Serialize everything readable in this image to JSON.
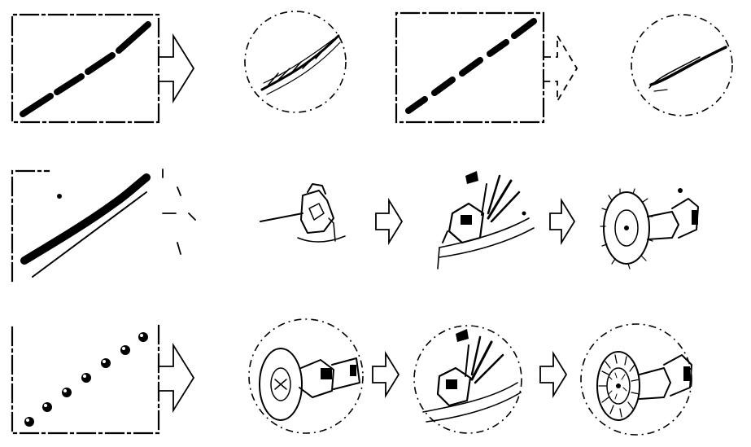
{
  "figure": {
    "rows": [
      {
        "name": "row-1",
        "panels": [
          "frame-dashed-bead",
          "detail-hairline-crack",
          "frame-dashed-segments",
          "detail-thin-seam"
        ]
      },
      {
        "name": "row-2",
        "panels": [
          "frame-wide-bead-with-parallel-line",
          "step-grinder-on-seam",
          "step-grinding-with-sparks",
          "step-wire-brush-wheel"
        ]
      },
      {
        "name": "row-3",
        "panels": [
          "frame-porosity-dots",
          "step-grinder-disc-circled",
          "step-grinding-sparks-circled",
          "step-wire-brush-circled"
        ]
      }
    ],
    "icons": [
      "arrow-right-icon",
      "grinder-icon",
      "wire-brush-icon",
      "sparks-icon"
    ]
  }
}
